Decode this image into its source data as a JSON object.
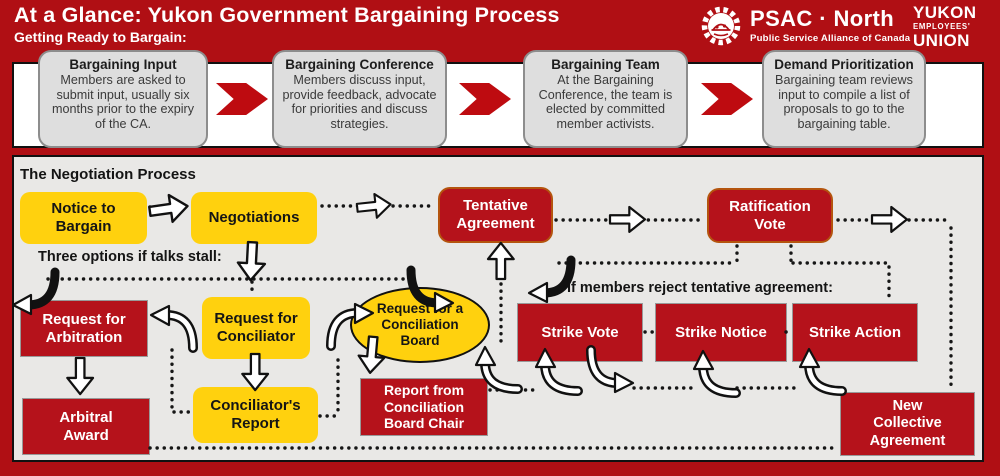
{
  "header": {
    "title": "At a Glance: Yukon Government Bargaining Process",
    "subtitle": "Getting Ready to Bargain:",
    "psac_name": "PSAC · North",
    "psac_tagline": "Public Service Alliance of Canada",
    "yeu": [
      "YUKON",
      "EMPLOYEES'",
      "UNION"
    ]
  },
  "prep": {
    "steps": [
      {
        "title": "Bargaining Input",
        "body": "Members are asked to submit input, usually six months prior to the expiry of the CA."
      },
      {
        "title": "Bargaining Conference",
        "body": "Members discuss input, provide feedback, advocate for priorities and discuss strategies."
      },
      {
        "title": "Bargaining Team",
        "body": "At the Bargaining Conference, the team is elected by committed member activists."
      },
      {
        "title": "Demand Prioritization",
        "body": "Bargaining team reviews input to compile a list of proposals to go to the bargaining table."
      }
    ]
  },
  "negotiation": {
    "heading": "The Negotiation Process",
    "stall_label": "Three options if talks stall:",
    "reject_label": "If members reject tentative agreement:",
    "nodes": {
      "notice": "Notice to\nBargain",
      "negotiations": "Negotiations",
      "tentative": "Tentative\nAgreement",
      "ratification": "Ratification\nVote",
      "req_arbitration": "Request for\nArbitration",
      "req_conciliator": "Request for\nConciliator",
      "req_board": "Request for a\nConciliation\nBoard",
      "strike_vote": "Strike Vote",
      "strike_notice": "Strike Notice",
      "strike_action": "Strike Action",
      "arbitral_award": "Arbitral\nAward",
      "conciliators_report": "Conciliator's\nReport",
      "board_chair_report": "Report from\nConciliation\nBoard Chair",
      "new_ca": "New\nCollective\nAgreement"
    }
  },
  "colors": {
    "brand_red": "#B00F14",
    "box_red": "#B5121B",
    "chevron_red": "#BE0B10",
    "yellow": "#FFD10E",
    "panel_gray": "#E9E8E6",
    "step_gray": "#DEDEDE",
    "text_white": "#FFFFFF",
    "text_black": "#141414"
  }
}
